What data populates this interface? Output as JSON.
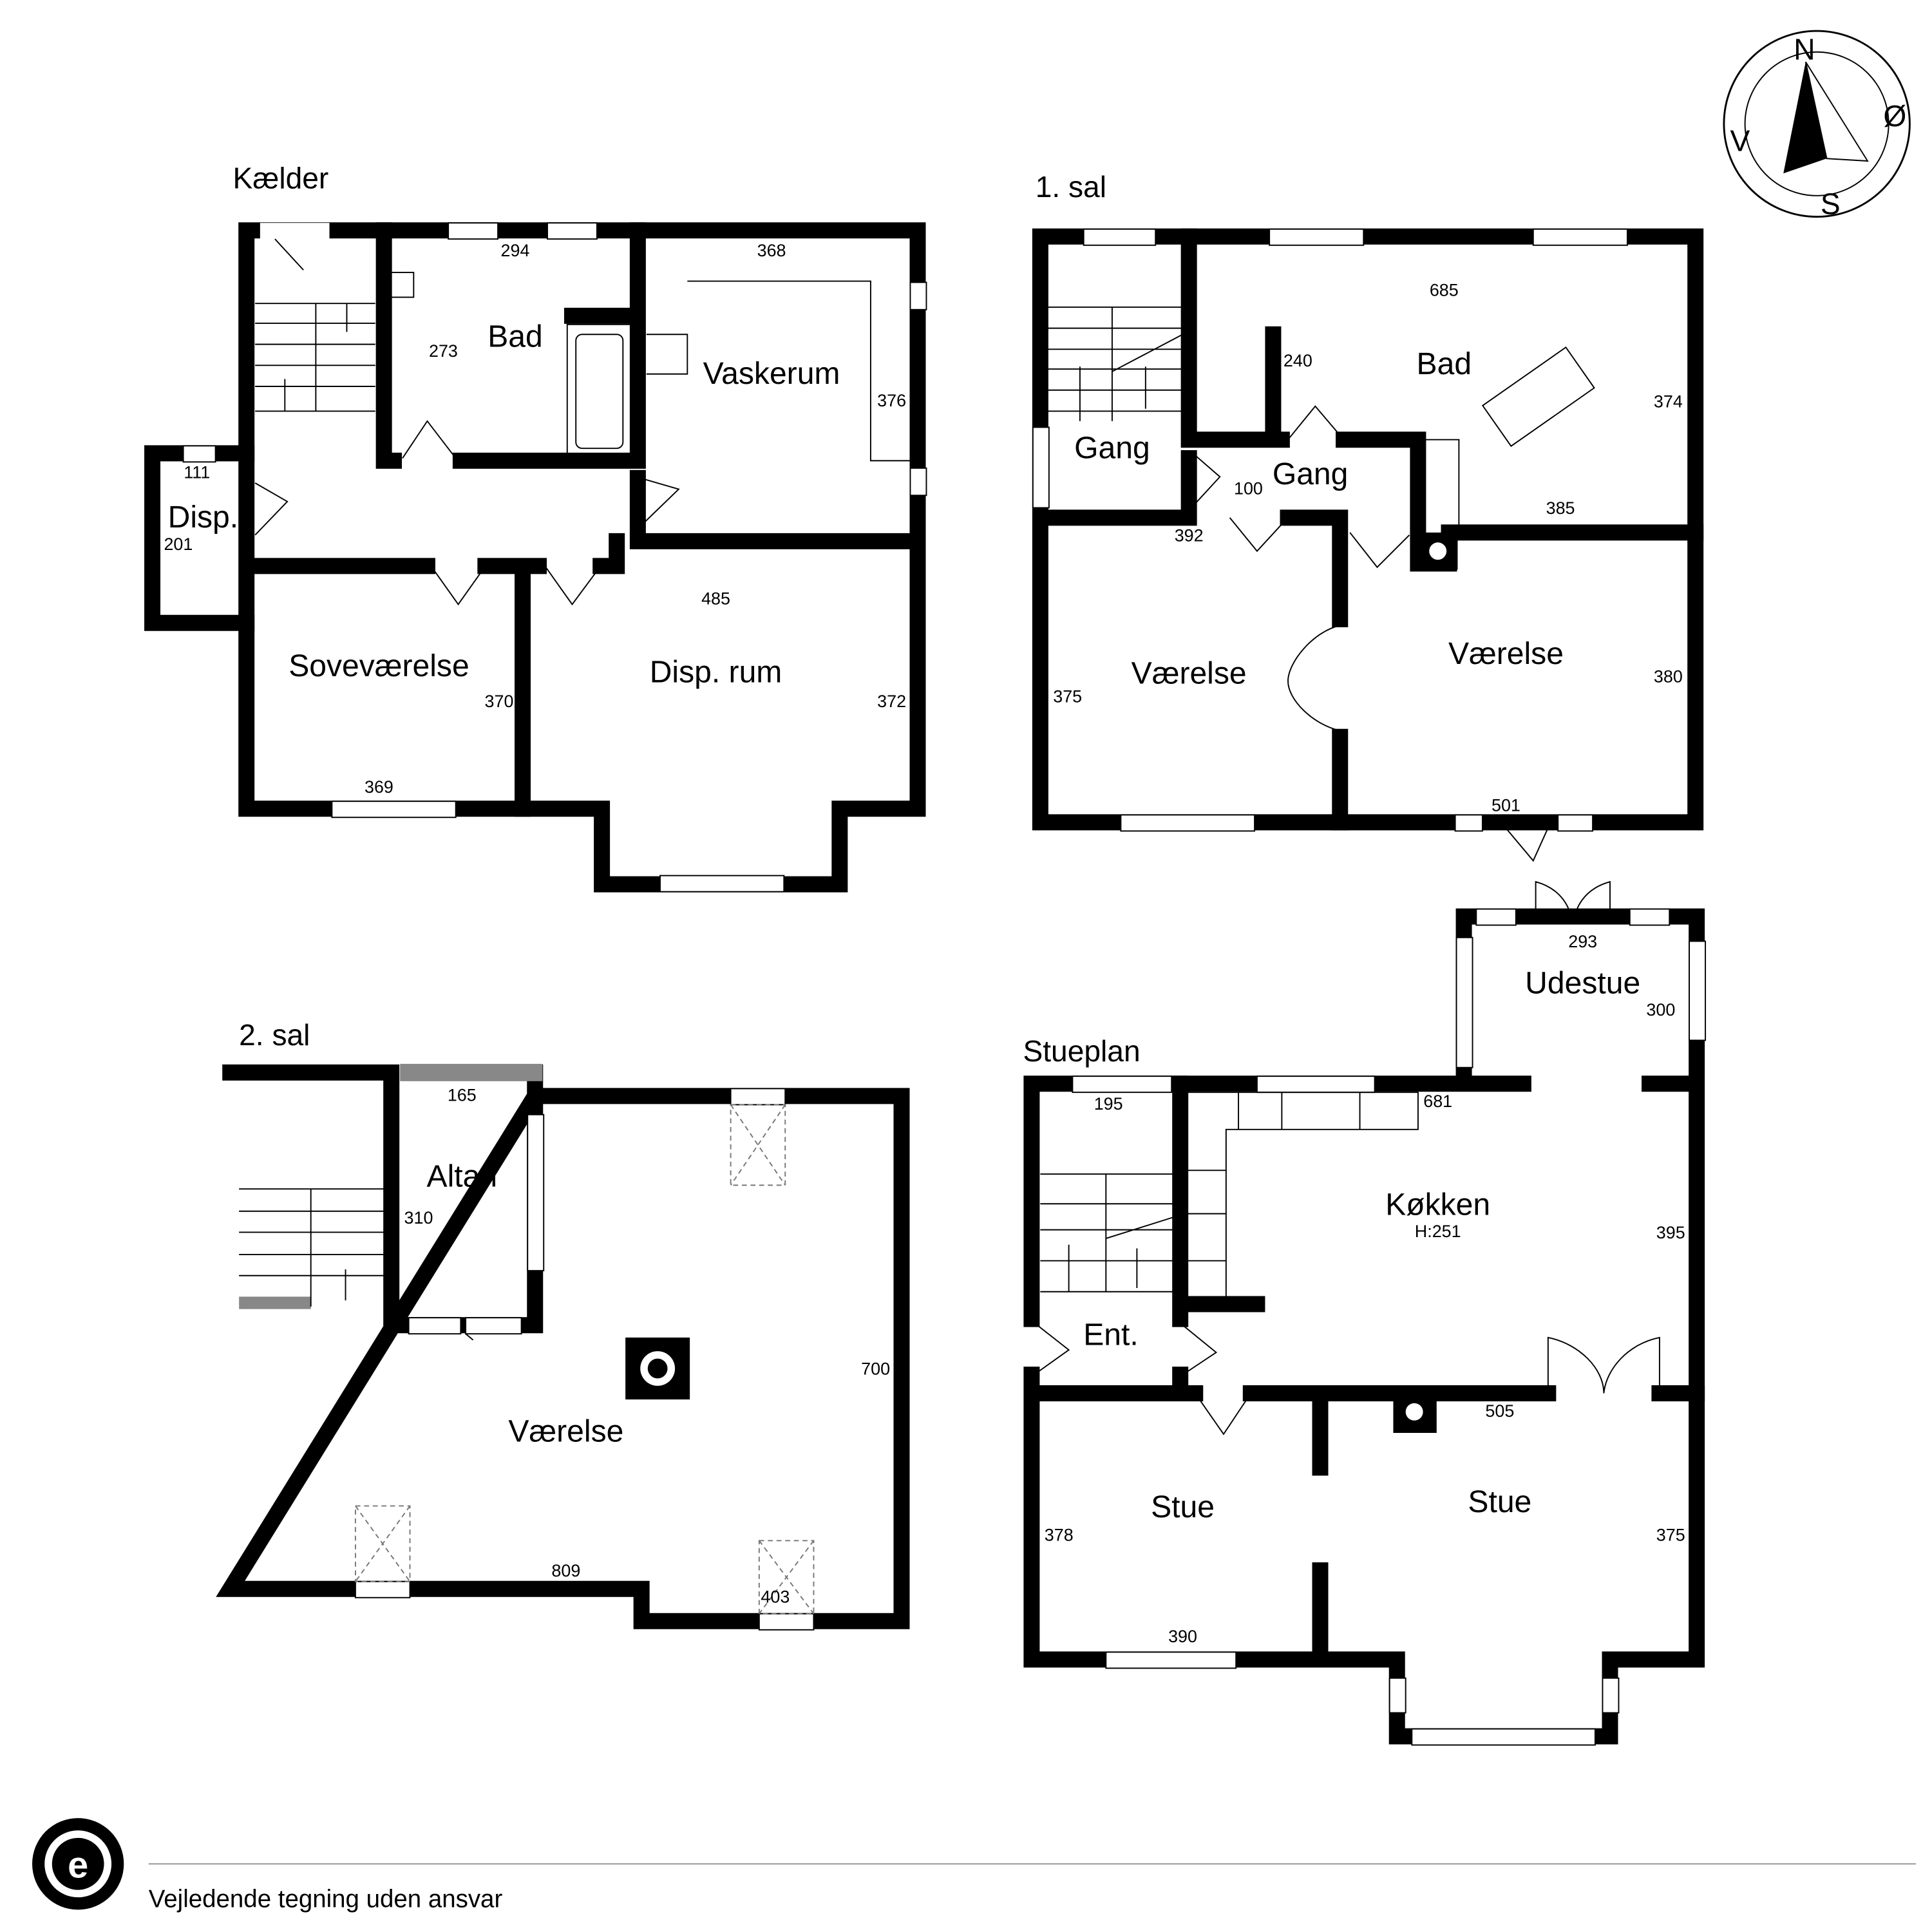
{
  "floors": {
    "kaelder": {
      "title": "Kælder",
      "rooms": [
        {
          "name": "Bad",
          "dims": [
            "294",
            "273"
          ]
        },
        {
          "name": "Vaskerum",
          "dims": [
            "368",
            "376"
          ]
        },
        {
          "name": "Disp.",
          "dims": [
            "111",
            "201"
          ]
        },
        {
          "name": "Soveværelse",
          "dims": [
            "369",
            "370"
          ]
        },
        {
          "name": "Disp. rum",
          "dims": [
            "485",
            "372"
          ]
        }
      ]
    },
    "sal1": {
      "title": "1. sal",
      "rooms": [
        {
          "name": "Gang",
          "dims": []
        },
        {
          "name": "Bad",
          "dims": [
            "685",
            "240",
            "374",
            "385"
          ]
        },
        {
          "name": "Gang",
          "dims": [
            "100",
            "392"
          ]
        },
        {
          "name": "Værelse",
          "dims": [
            "375"
          ]
        },
        {
          "name": "Værelse",
          "dims": [
            "380",
            "501"
          ]
        }
      ]
    },
    "sal2": {
      "title": "2. sal",
      "rooms": [
        {
          "name": "Altan",
          "dims": [
            "165",
            "310"
          ]
        },
        {
          "name": "Værelse",
          "dims": [
            "700",
            "809",
            "403"
          ]
        }
      ]
    },
    "stueplan": {
      "title": "Stueplan",
      "rooms": [
        {
          "name": "Udestue",
          "dims": [
            "293",
            "300"
          ]
        },
        {
          "name": "Køkken",
          "height": "H:251",
          "dims": [
            "681",
            "395"
          ]
        },
        {
          "name": "Ent.",
          "dims": [
            "195"
          ]
        },
        {
          "name": "Stue",
          "dims": [
            "378",
            "390"
          ]
        },
        {
          "name": "Stue",
          "dims": [
            "505",
            "375"
          ]
        }
      ]
    }
  },
  "compass": {
    "n": "N",
    "s": "S",
    "e": "Ø",
    "w": "V"
  },
  "footer": {
    "disclaimer": "Vejledende tegning uden ansvar",
    "logo_letter": "e"
  }
}
